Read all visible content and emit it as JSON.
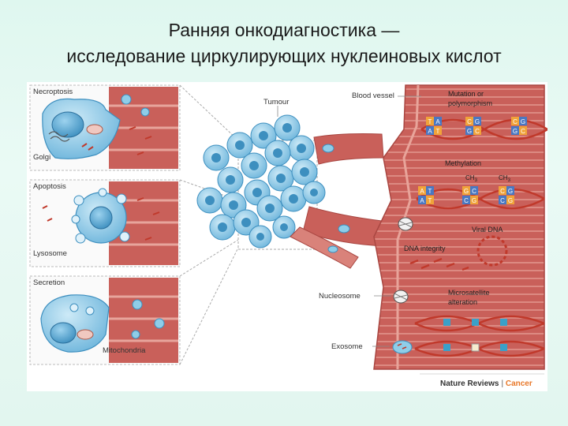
{
  "slide": {
    "title_line1": "Ранняя онкодиагностика —",
    "title_line2": "исследование циркулирующих нуклеиновых кислот"
  },
  "figure": {
    "panels": {
      "necroptosis": "Necroptosis",
      "golgi": "Golgi",
      "apoptosis": "Apoptosis",
      "lysosome": "Lysosome",
      "secretion": "Secretion",
      "mitochondria": "Mitochondria"
    },
    "labels": {
      "tumour": "Tumour",
      "blood_vessel": "Blood vessel",
      "mutation_line1": "Mutation or",
      "mutation_line2": "polymorphism",
      "methylation": "Methylation",
      "ch3_a": "CH",
      "ch3_b": "CH",
      "ch3_sub": "3",
      "viral_dna": "Viral DNA",
      "dna_integrity": "DNA integrity",
      "nucleosome": "Nucleosome",
      "microsatellite_line1": "Microsatellite",
      "microsatellite_line2": "alteration",
      "exosome": "Exosome"
    },
    "bases": {
      "row1_a": [
        "T",
        "A",
        "A",
        "T"
      ],
      "row1_b": [
        "C",
        "G",
        "G",
        "C"
      ],
      "row1_c": [
        "C",
        "G",
        "G",
        "C"
      ],
      "row2_a": [
        "A",
        "T",
        "A",
        "T"
      ],
      "row2_b": [
        "G",
        "C",
        "C",
        "G"
      ],
      "row2_c": [
        "C",
        "G",
        "C",
        "G"
      ]
    },
    "credit": {
      "journal": "Nature Reviews",
      "separator": " | ",
      "section": "Cancer"
    },
    "colors": {
      "vessel": "#c9605a",
      "vessel_light": "#e6a49c",
      "cell": "#8fcde8",
      "cell_dark": "#3d8fbf",
      "dna_red": "#c0392b",
      "base_orange": "#f0a33a",
      "base_blue": "#4a78c2",
      "credit_accent": "#e8782a"
    }
  }
}
